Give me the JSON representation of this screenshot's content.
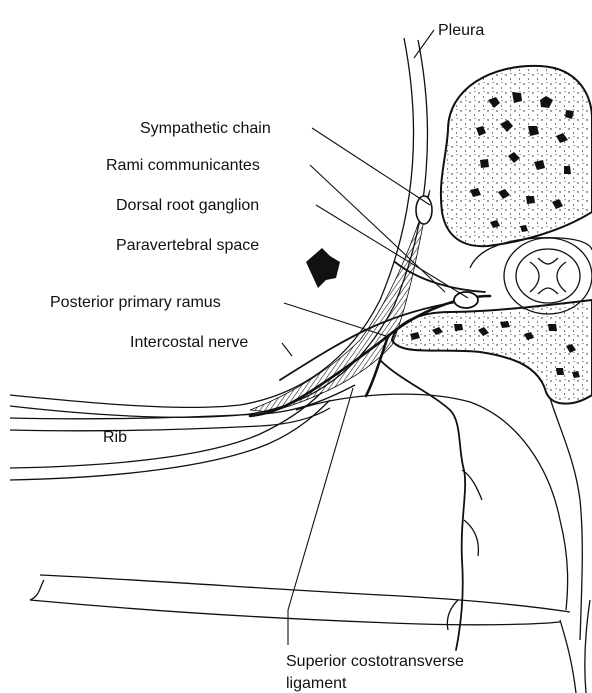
{
  "labels": {
    "pleura": "Pleura",
    "sympathetic_chain": "Sympathetic chain",
    "rami_communicantes": "Rami communicantes",
    "dorsal_root_ganglion": "Dorsal root ganglion",
    "paravertebral_space": "Paravertebral space",
    "posterior_primary_ramus": "Posterior primary ramus",
    "intercostal_nerve": "Intercostal nerve",
    "rib": "Rib",
    "superior_costotransverse_line1": "Superior costotransverse",
    "superior_costotransverse_line2": "ligament"
  }
}
